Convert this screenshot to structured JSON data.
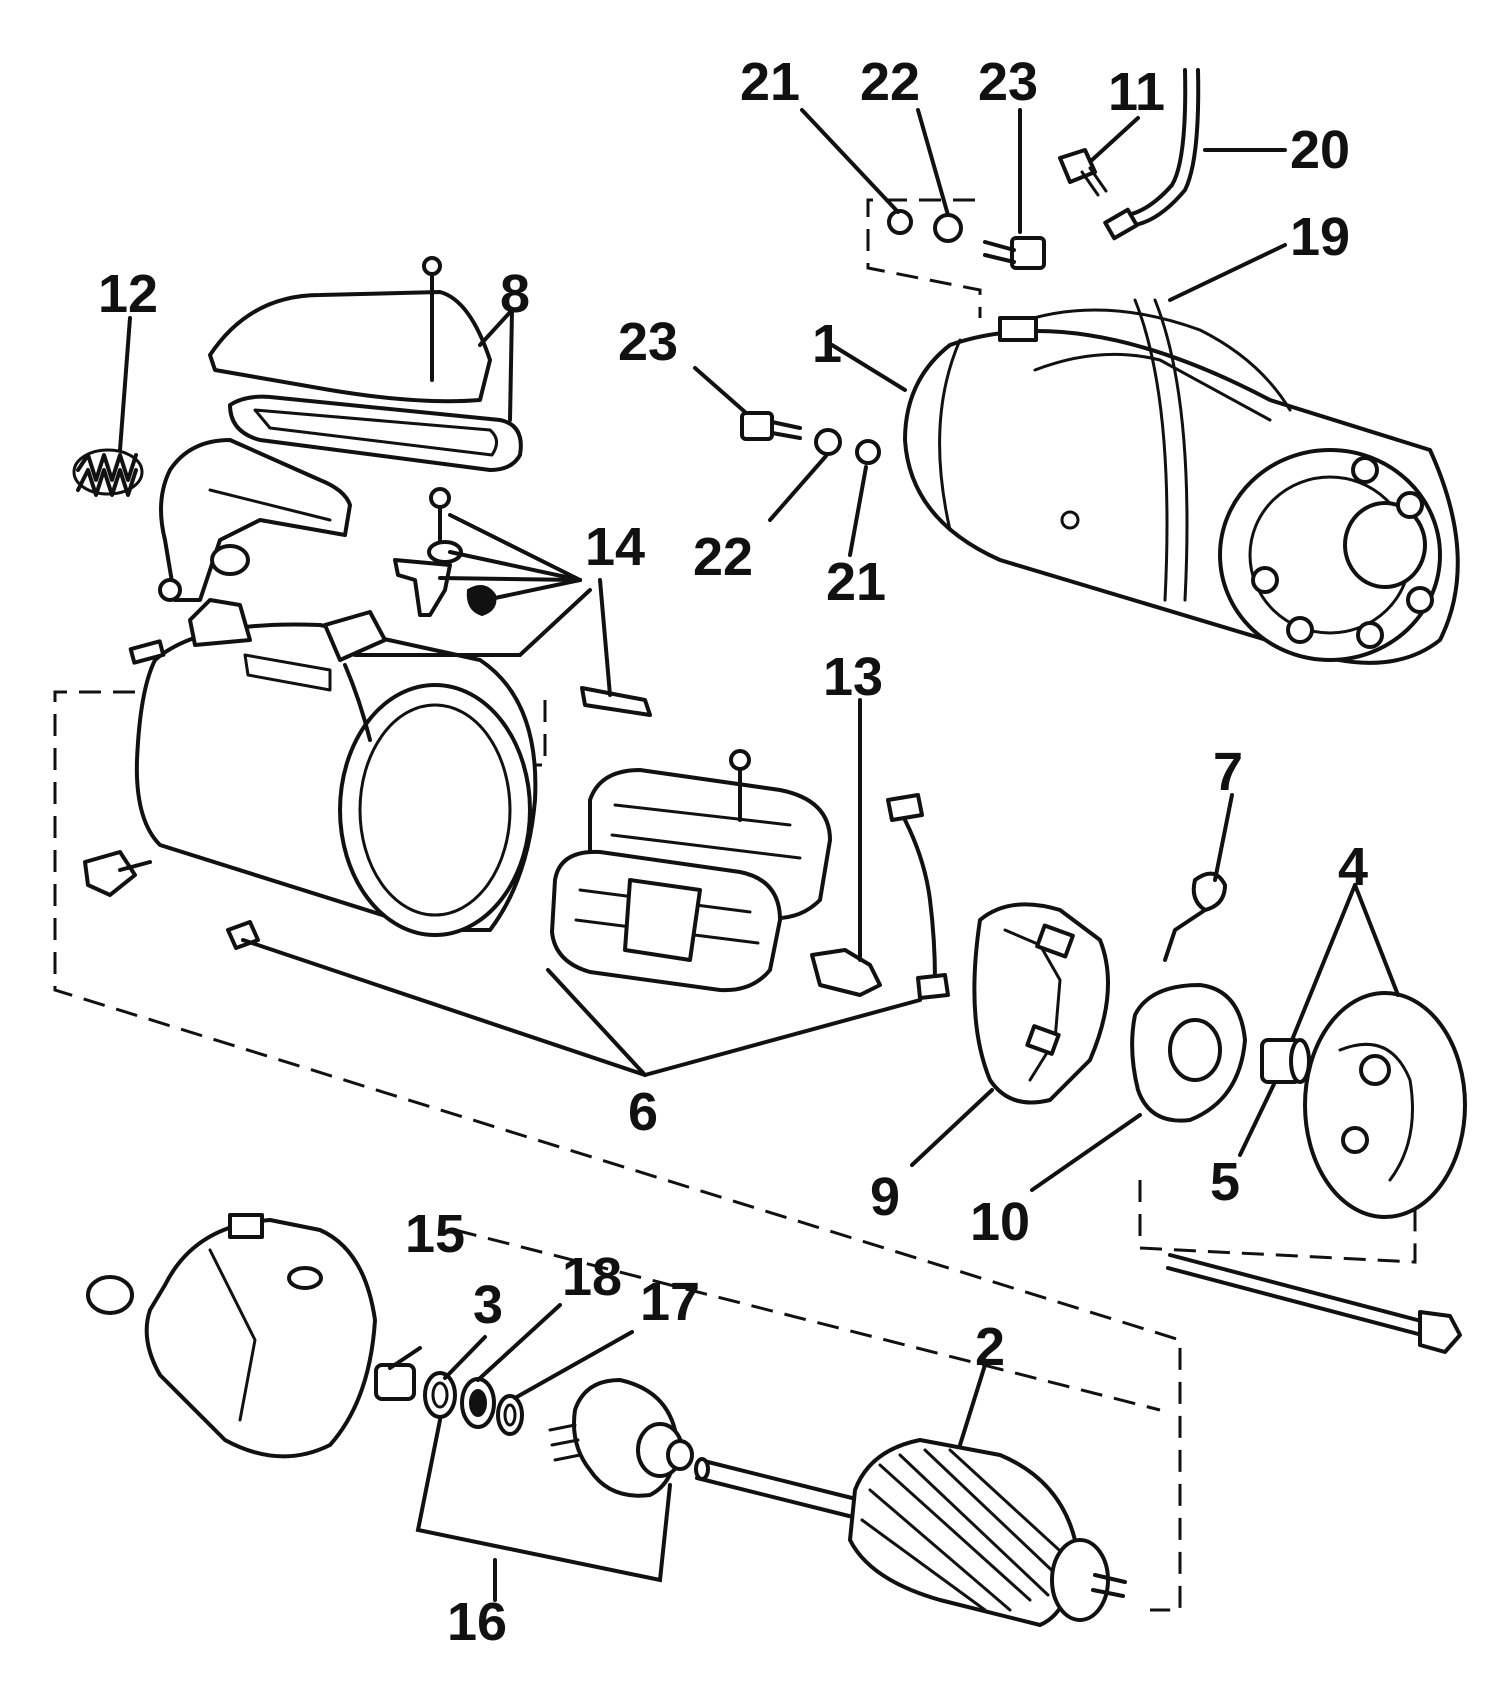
{
  "callouts": {
    "c1": "1",
    "c2": "2",
    "c3": "3",
    "c4": "4",
    "c5": "5",
    "c6": "6",
    "c7": "7",
    "c8": "8",
    "c9": "9",
    "c10": "10",
    "c11": "11",
    "c12": "12",
    "c13": "13",
    "c14": "14",
    "c15": "15",
    "c16": "16",
    "c17": "17",
    "c18": "18",
    "c19": "19",
    "c20": "20",
    "c21a": "21",
    "c21b": "21",
    "c22a": "22",
    "c22b": "22",
    "c23a": "23",
    "c23b": "23"
  }
}
